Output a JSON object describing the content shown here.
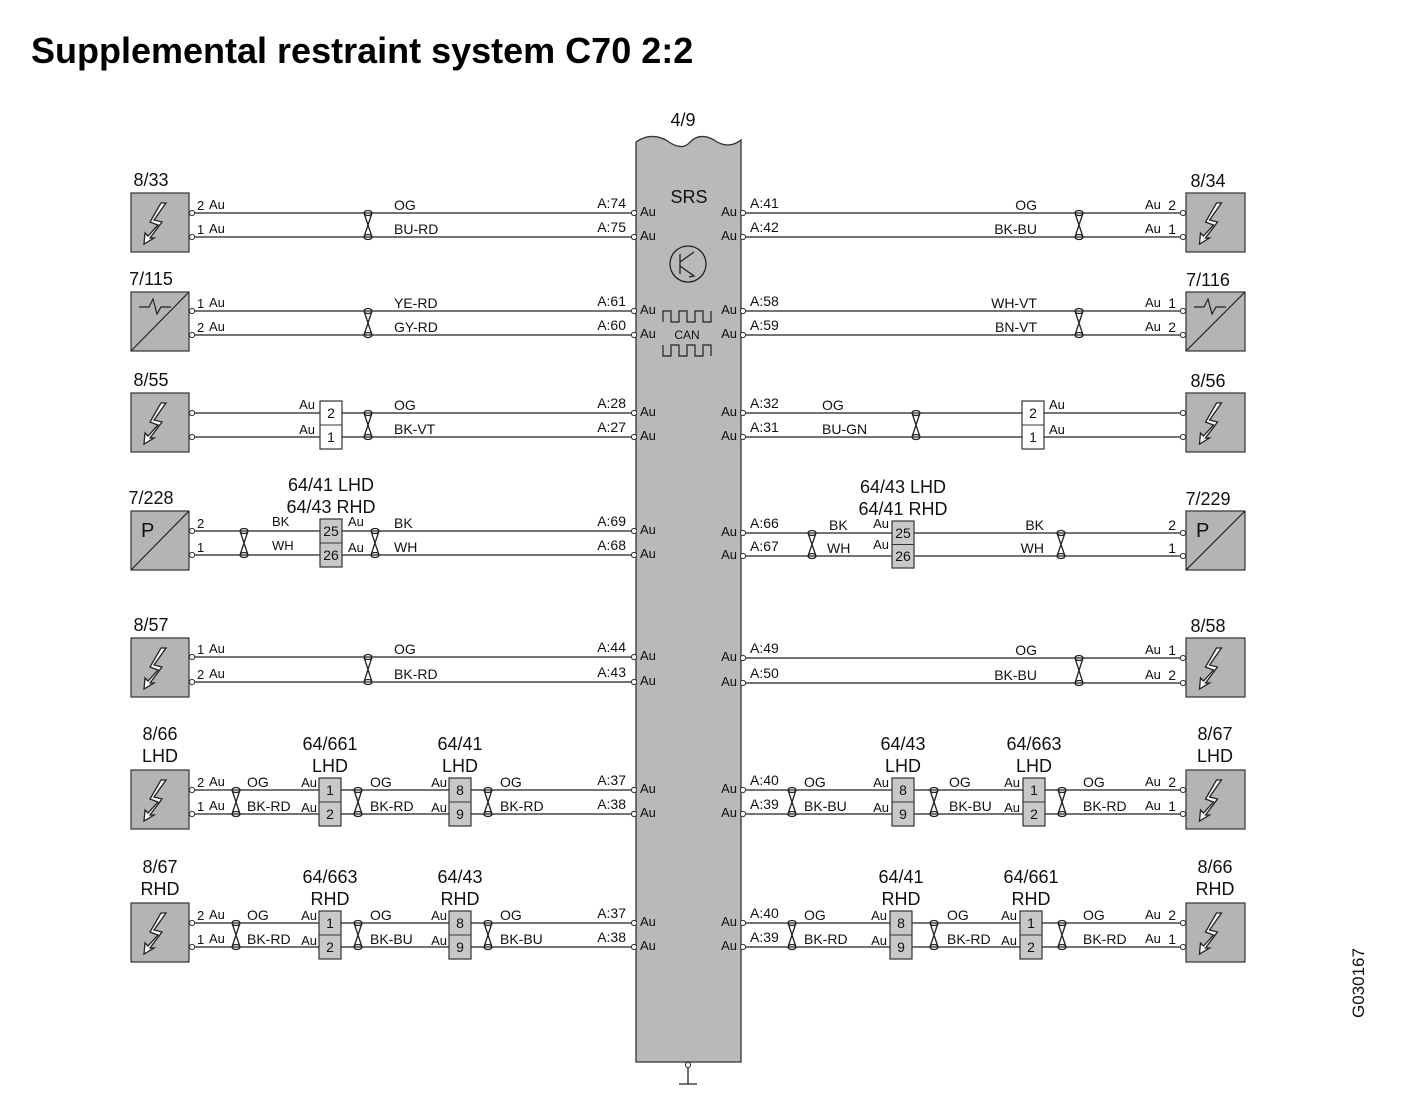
{
  "title": "Supplemental restraint system C70 2:2",
  "figure_id": "G030167",
  "colors": {
    "component_fill": "#b4b4b4",
    "connector_fill": "#c8c8c8",
    "line": "#222222"
  },
  "center": {
    "ref": "4/9",
    "label": "SRS",
    "can_label": "CAN",
    "ground": "ground-symbol"
  },
  "left_rows": [
    {
      "comp": [
        "8/33"
      ],
      "icon": "squib-lightning-icon",
      "wires": [
        {
          "pin": "2",
          "au": "Au",
          "color": "OG",
          "term": "A:74",
          "twist": true
        },
        {
          "pin": "1",
          "au": "Au",
          "color": "BU-RD",
          "term": "A:75",
          "twist": true
        }
      ],
      "connectors": []
    },
    {
      "comp": [
        "7/115"
      ],
      "icon": "sensor-waveform-icon",
      "wires": [
        {
          "pin": "1",
          "au": "Au",
          "color": "YE-RD",
          "term": "A:61",
          "twist": true
        },
        {
          "pin": "2",
          "au": "Au",
          "color": "GY-RD",
          "term": "A:60",
          "twist": true
        }
      ],
      "connectors": []
    },
    {
      "comp": [
        "8/55"
      ],
      "icon": "squib-lightning-icon",
      "wires": [
        {
          "pin": "",
          "au": "",
          "color": "OG",
          "term": "A:28",
          "twist": true
        },
        {
          "pin": "",
          "au": "",
          "color": "BK-VT",
          "term": "A:27",
          "twist": true
        }
      ],
      "connectors": [
        {
          "label": [],
          "pins": [
            "2",
            "1"
          ],
          "au": "Au",
          "gray": false
        }
      ]
    },
    {
      "comp": [
        "7/228"
      ],
      "icon": "pressure-sensor-icon",
      "icon_text": "P",
      "wires": [
        {
          "pin": "2",
          "au": "",
          "color": "BK",
          "term": "A:69",
          "twist": true
        },
        {
          "pin": "1",
          "au": "",
          "color": "WH",
          "term": "A:68",
          "twist": true
        }
      ],
      "connectors": [
        {
          "label": [
            "64/41 LHD",
            "64/43 RHD"
          ],
          "pins": [
            "25",
            "26"
          ],
          "au": "Au",
          "gray": true
        }
      ],
      "after_colors": [
        "BK",
        "WH"
      ]
    },
    {
      "comp": [
        "8/57"
      ],
      "icon": "squib-lightning-icon",
      "wires": [
        {
          "pin": "1",
          "au": "Au",
          "color": "OG",
          "term": "A:44",
          "twist": true
        },
        {
          "pin": "2",
          "au": "Au",
          "color": "BK-RD",
          "term": "A:43",
          "twist": true
        }
      ],
      "connectors": []
    },
    {
      "comp": [
        "8/66",
        "LHD"
      ],
      "icon": "squib-lightning-icon",
      "wires": [
        {
          "pin": "2",
          "au": "Au",
          "color": "OG",
          "term": "A:37",
          "twist": true
        },
        {
          "pin": "1",
          "au": "Au",
          "color": "BK-RD",
          "term": "A:38",
          "twist": true
        }
      ],
      "connectors": [
        {
          "label": [
            "64/661",
            "LHD"
          ],
          "pins": [
            "1",
            "2"
          ],
          "au": "Au",
          "gray": true,
          "out": [
            "OG",
            "BK-RD"
          ]
        },
        {
          "label": [
            "64/41",
            "LHD"
          ],
          "pins": [
            "8",
            "9"
          ],
          "au": "Au",
          "gray": true,
          "out": [
            "OG",
            "BK-RD"
          ]
        }
      ]
    },
    {
      "comp": [
        "8/67",
        "RHD"
      ],
      "icon": "squib-lightning-icon",
      "wires": [
        {
          "pin": "2",
          "au": "Au",
          "color": "OG",
          "term": "A:37",
          "twist": true
        },
        {
          "pin": "1",
          "au": "Au",
          "color": "BK-RD",
          "term": "A:38",
          "twist": true
        }
      ],
      "connectors": [
        {
          "label": [
            "64/663",
            "RHD"
          ],
          "pins": [
            "1",
            "2"
          ],
          "au": "Au",
          "gray": true,
          "out": [
            "OG",
            "BK-BU"
          ]
        },
        {
          "label": [
            "64/43",
            "RHD"
          ],
          "pins": [
            "8",
            "9"
          ],
          "au": "Au",
          "gray": true,
          "out": [
            "OG",
            "BK-BU"
          ]
        }
      ]
    }
  ],
  "right_rows": [
    {
      "comp": [
        "8/34"
      ],
      "icon": "squib-lightning-icon",
      "wires": [
        {
          "pin": "2",
          "au": "Au",
          "color": "OG",
          "term": "A:41"
        },
        {
          "pin": "1",
          "au": "Au",
          "color": "BK-BU",
          "term": "A:42"
        }
      ],
      "connectors": []
    },
    {
      "comp": [
        "7/116"
      ],
      "icon": "sensor-waveform-icon",
      "wires": [
        {
          "pin": "1",
          "au": "Au",
          "color": "WH-VT",
          "term": "A:58"
        },
        {
          "pin": "2",
          "au": "Au",
          "color": "BN-VT",
          "term": "A:59"
        }
      ],
      "connectors": []
    },
    {
      "comp": [
        "8/56"
      ],
      "icon": "squib-lightning-icon",
      "wires": [
        {
          "pin": "",
          "au": "",
          "color": "OG",
          "term": "A:32"
        },
        {
          "pin": "",
          "au": "",
          "color": "BU-GN",
          "term": "A:31"
        }
      ],
      "connectors": [
        {
          "label": [],
          "pins": [
            "2",
            "1"
          ],
          "au": "Au",
          "gray": false
        }
      ]
    },
    {
      "comp": [
        "7/229"
      ],
      "icon": "pressure-sensor-icon",
      "icon_text": "P",
      "wires": [
        {
          "pin": "2",
          "au": "",
          "color": "BK",
          "term": "A:66"
        },
        {
          "pin": "1",
          "au": "",
          "color": "WH",
          "term": "A:67"
        }
      ],
      "connectors": [
        {
          "label": [
            "64/43 LHD",
            "64/41 RHD"
          ],
          "pins": [
            "25",
            "26"
          ],
          "au": "Au",
          "gray": true
        }
      ],
      "near_colors": [
        "BK",
        "WH"
      ]
    },
    {
      "comp": [
        "8/58"
      ],
      "icon": "squib-lightning-icon",
      "wires": [
        {
          "pin": "1",
          "au": "Au",
          "color": "OG",
          "term": "A:49"
        },
        {
          "pin": "2",
          "au": "Au",
          "color": "BK-BU",
          "term": "A:50"
        }
      ],
      "connectors": []
    },
    {
      "comp": [
        "8/67",
        "LHD"
      ],
      "icon": "squib-lightning-icon",
      "wires": [
        {
          "pin": "2",
          "au": "Au",
          "color": "OG",
          "term": "A:40"
        },
        {
          "pin": "1",
          "au": "Au",
          "color": "BK-RD",
          "term": "A:39"
        }
      ],
      "connectors": [
        {
          "label": [
            "64/43",
            "LHD"
          ],
          "pins": [
            "8",
            "9"
          ],
          "au": "Au",
          "gray": true,
          "out": [
            "OG",
            "BK-BU"
          ]
        },
        {
          "label": [
            "64/663",
            "LHD"
          ],
          "pins": [
            "1",
            "2"
          ],
          "au": "Au",
          "gray": true,
          "out": [
            "OG",
            "BK-BU"
          ]
        }
      ]
    },
    {
      "comp": [
        "8/66",
        "RHD"
      ],
      "icon": "squib-lightning-icon",
      "wires": [
        {
          "pin": "2",
          "au": "Au",
          "color": "OG",
          "term": "A:40"
        },
        {
          "pin": "1",
          "au": "Au",
          "color": "BK-RD",
          "term": "A:39"
        }
      ],
      "connectors": [
        {
          "label": [
            "64/41",
            "RHD"
          ],
          "pins": [
            "8",
            "9"
          ],
          "au": "Au",
          "gray": true,
          "out": [
            "OG",
            "BK-RD"
          ]
        },
        {
          "label": [
            "64/661",
            "RHD"
          ],
          "pins": [
            "1",
            "2"
          ],
          "au": "Au",
          "gray": true,
          "out": [
            "OG",
            "BK-RD"
          ]
        }
      ]
    }
  ]
}
